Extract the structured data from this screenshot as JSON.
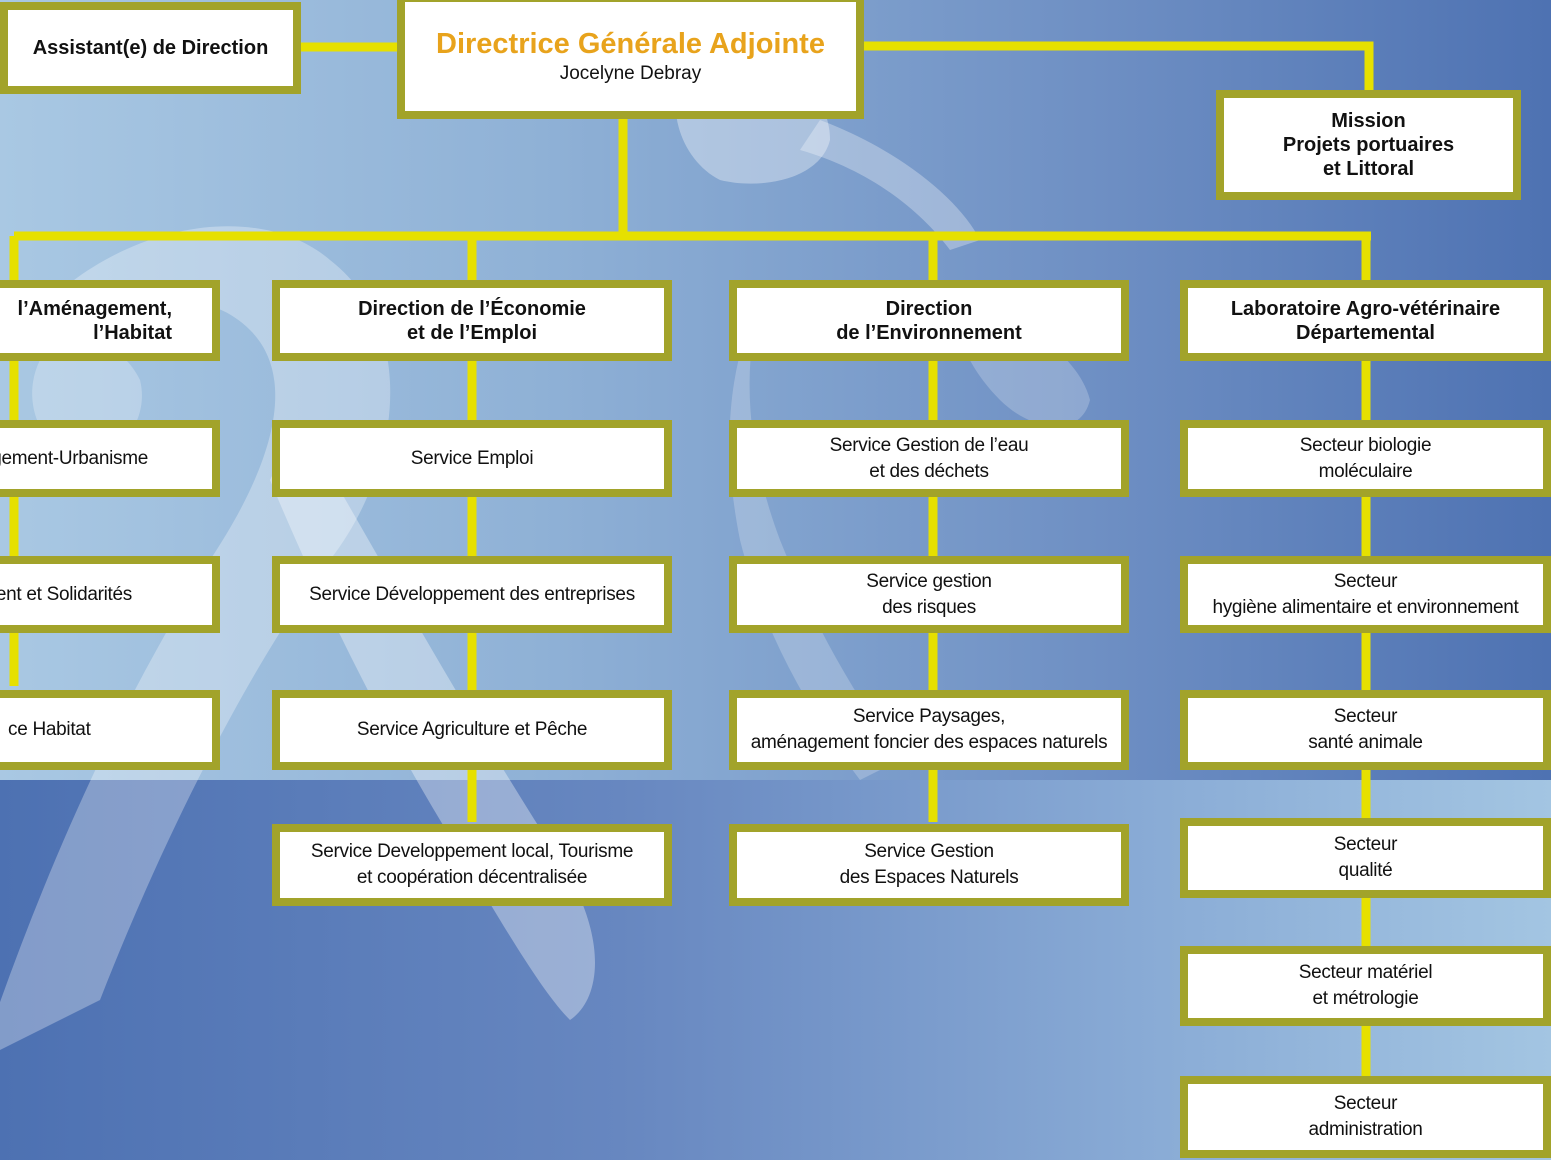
{
  "top": {
    "title": "Directrice Générale Adjointe",
    "name": "Jocelyne Debray",
    "assistant": "Assistant(e) de Direction",
    "mission": [
      "Mission",
      "Projets portuaires",
      "et Littoral"
    ]
  },
  "columns": [
    {
      "header": [
        "l’Aménagement,",
        "l’Habitat"
      ],
      "services": [
        [
          "gement-Urbanisme"
        ],
        [
          "ment et Solidarités"
        ],
        [
          "ce Habitat"
        ]
      ]
    },
    {
      "header": [
        "Direction de l’Économie",
        "et de l’Emploi"
      ],
      "services": [
        [
          "Service Emploi"
        ],
        [
          "Service Développement des entreprises"
        ],
        [
          "Service Agriculture et Pêche"
        ],
        [
          "Service Developpement local, Tourisme",
          "et coopération décentralisée"
        ]
      ]
    },
    {
      "header": [
        "Direction",
        "de l’Environnement"
      ],
      "services": [
        [
          "Service Gestion de l’eau",
          "et des déchets"
        ],
        [
          "Service gestion",
          "des risques"
        ],
        [
          "Service Paysages,",
          "aménagement foncier des espaces naturels"
        ],
        [
          "Service Gestion",
          "des Espaces Naturels"
        ]
      ]
    },
    {
      "header": [
        "Laboratoire Agro-vétérinaire",
        "Départemental"
      ],
      "services": [
        [
          "Secteur biologie",
          "moléculaire"
        ],
        [
          "Secteur",
          "hygiène alimentaire et environnement"
        ],
        [
          "Secteur",
          "santé animale"
        ],
        [
          "Secteur",
          "qualité"
        ],
        [
          "Secteur matériel",
          "et métrologie"
        ],
        [
          "Secteur",
          "administration"
        ]
      ]
    }
  ],
  "colors": {
    "border": "#a2a32a",
    "connector": "#e6e000",
    "title": "#e8a31c"
  }
}
